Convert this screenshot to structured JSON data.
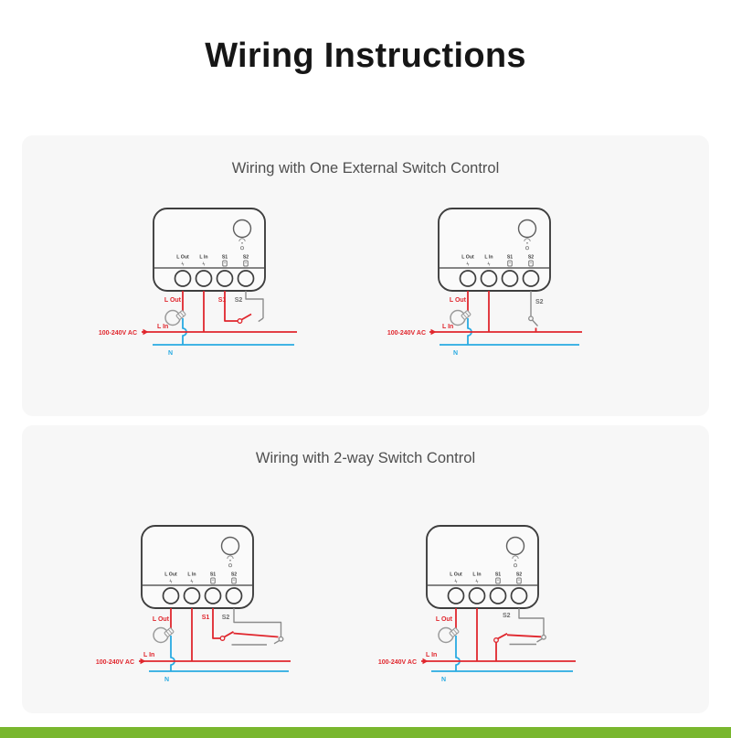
{
  "page": {
    "title": "Wiring Instructions"
  },
  "device": {
    "terminals": [
      "L Out",
      "L In",
      "S1",
      "S2"
    ],
    "terminal_icons": [
      "lightning",
      "lightning",
      "switch",
      "switch"
    ]
  },
  "sections": [
    {
      "header": "Wiring with One External Switch Control",
      "diagrams": [
        {
          "name": "one-external-switch-between-s1-s2",
          "labels": {
            "l_out": "L Out",
            "l_in": "L In",
            "s1": "S1",
            "s2": "S2",
            "voltage": "100-240V AC",
            "neutral": "N"
          }
        },
        {
          "name": "one-external-switch-between-s2-live",
          "labels": {
            "l_out": "L Out",
            "l_in": "L In",
            "s2": "S2",
            "voltage": "100-240V AC",
            "neutral": "N"
          }
        }
      ]
    },
    {
      "header": "Wiring with 2-way Switch Control",
      "diagrams": [
        {
          "name": "two-way-switch-s1-s2",
          "labels": {
            "l_out": "L Out",
            "l_in": "L In",
            "s1": "S1",
            "s2": "S2",
            "voltage": "100-240V AC",
            "neutral": "N"
          }
        },
        {
          "name": "two-way-switch-s2-live",
          "labels": {
            "l_out": "L Out",
            "l_in": "L In",
            "s2": "S2",
            "voltage": "100-240V AC",
            "neutral": "N"
          }
        }
      ]
    }
  ],
  "colors": {
    "live-wire": "#e0262d",
    "neutral-wire": "#29abe2",
    "switch-wire": "#8c8c8c",
    "device-outline": "#3e3e3e",
    "card-bg": "#f7f7f7",
    "header-text": "#4f4f4f",
    "accent-bar": "#79b72e"
  }
}
